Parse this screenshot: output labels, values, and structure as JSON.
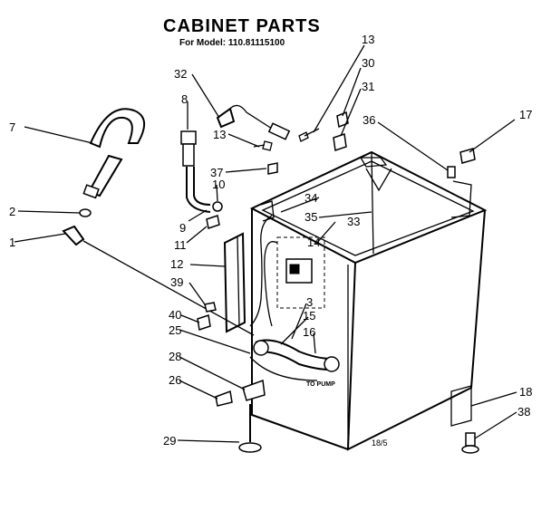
{
  "header": {
    "title": "CABINET PARTS",
    "subtitle": "For Model: 110.81115100"
  },
  "callouts": [
    "13",
    "30",
    "31",
    "36",
    "17",
    "32",
    "8",
    "7",
    "13",
    "37",
    "10",
    "34",
    "35",
    "33",
    "14",
    "2",
    "9",
    "11",
    "1",
    "12",
    "39",
    "3",
    "15",
    "40",
    "16",
    "25",
    "28",
    "26",
    "29",
    "18",
    "38"
  ],
  "labels": {
    "to_pump": "TO PUMP",
    "drawing_code": "18/5"
  }
}
